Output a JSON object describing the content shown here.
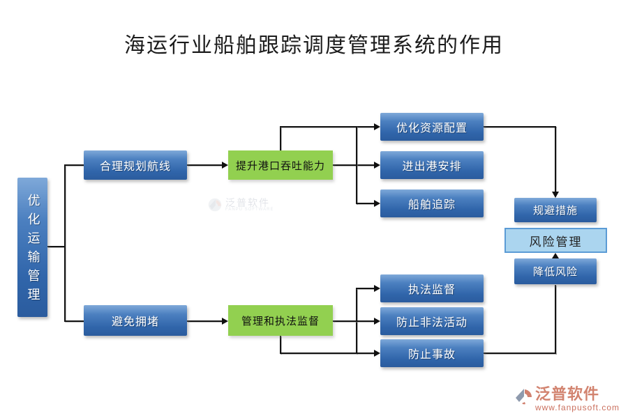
{
  "title": "海运行业船舶跟踪调度管理系统的作用",
  "root": {
    "label": "优化运输管理"
  },
  "branches": {
    "top": {
      "level1": "合理规划航线",
      "level2": "提升港口吞吐能力",
      "leaves": [
        "优化资源配置",
        "进出港安排",
        "船舶追踪"
      ]
    },
    "bottom": {
      "level1": "避免拥堵",
      "level2": "管理和执法监督",
      "leaves": [
        "执法监督",
        "防止非法活动",
        "防止事故"
      ]
    }
  },
  "risk": {
    "measure": "规避措施",
    "center": "风险管理",
    "reduce": "降低风险"
  },
  "watermark": {
    "name": "泛普软件",
    "subtitle": "FANPU SOFTWARE"
  },
  "footer": {
    "brand": "泛普软件",
    "url": "www.fanpusoft.com"
  },
  "colors": {
    "node_blue": "#3065aa",
    "node_green": "#92d050",
    "risk_fill": "#abd5ef",
    "risk_border": "#5b9bd5",
    "connector": "#141414",
    "brand_salmon": "#d2836f",
    "title_text": "#1c1c1c"
  }
}
